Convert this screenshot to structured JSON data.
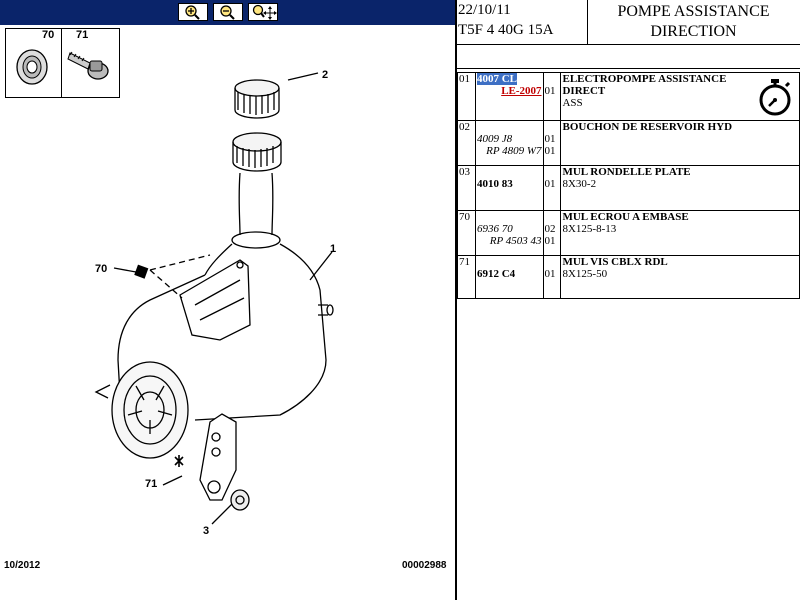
{
  "toolbar": {
    "buttons": [
      {
        "name": "zoom-in",
        "icon": "zoom-in-icon"
      },
      {
        "name": "zoom-out",
        "icon": "zoom-out-icon"
      },
      {
        "name": "zoom-pan",
        "icon": "zoom-pan-icon"
      }
    ]
  },
  "thumbnails": [
    {
      "label": "70"
    },
    {
      "label": "71"
    }
  ],
  "diagram": {
    "callouts": [
      "2",
      "1",
      "70",
      "71",
      "3"
    ]
  },
  "footer": {
    "date": "10/2012",
    "code": "00002988"
  },
  "header": {
    "date": "22/10/11",
    "model": "T5F 4 40G 15A",
    "title_line1": "POMPE ASSISTANCE",
    "title_line2": "DIRECTION"
  },
  "parts": [
    {
      "num": "01",
      "refs": [
        "4007 CL",
        "LE-2007"
      ],
      "qty": [
        "01",
        ""
      ],
      "desc": [
        "ELECTROPOMPE ASSISTANCE DIRECT",
        "ASS"
      ]
    },
    {
      "num": "02",
      "refs": [
        "4009 J8",
        "RP 4809 W7"
      ],
      "qty": [
        "01",
        "01"
      ],
      "desc": [
        "BOUCHON DE RESERVOIR HYD"
      ]
    },
    {
      "num": "03",
      "refs": [
        "4010 83"
      ],
      "qty": [
        "01"
      ],
      "desc": [
        "MUL RONDELLE PLATE",
        "8X30-2"
      ]
    },
    {
      "num": "70",
      "refs": [
        "6936 70",
        "RP 4503 43"
      ],
      "qty": [
        "02",
        "01"
      ],
      "desc": [
        "MUL ECROU A EMBASE",
        "8X125-8-13"
      ]
    },
    {
      "num": "71",
      "refs": [
        "6912 C4"
      ],
      "qty": [
        "01"
      ],
      "desc": [
        "MUL VIS CBLX RDL",
        "8X125-50"
      ]
    }
  ],
  "icons": {
    "timer": "stopwatch-icon"
  },
  "colors": {
    "toolbar": "#0a246a",
    "selection": "#3d6fc4",
    "link_red": "#c00000"
  }
}
